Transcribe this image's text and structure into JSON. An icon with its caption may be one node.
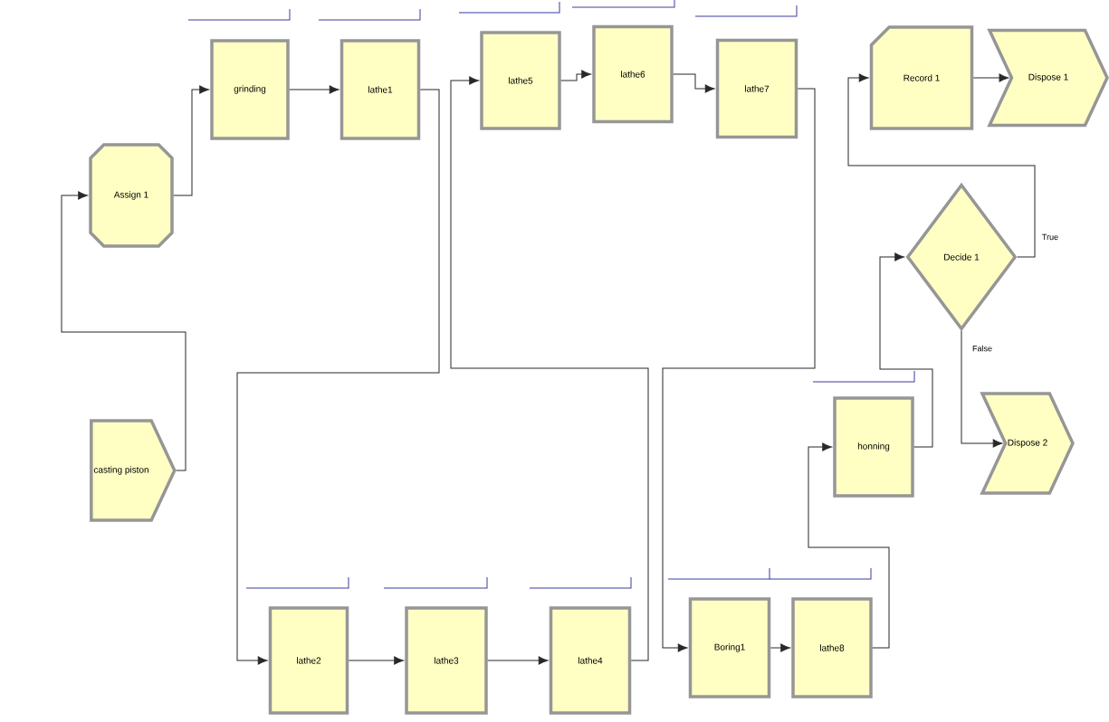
{
  "diagram": {
    "nodes": [
      {
        "text": [
          "casting piston"
        ]
      },
      {
        "text": [
          "Assign 1"
        ]
      },
      {
        "text": [
          "grinding"
        ]
      },
      {
        "text": [
          "lathe1"
        ]
      },
      {
        "text": [
          "lathe2"
        ]
      },
      {
        "text": [
          "lathe3"
        ]
      },
      {
        "text": [
          "lathe4"
        ]
      },
      {
        "text": [
          "lathe5"
        ]
      },
      {
        "text": [
          "lathe6"
        ]
      },
      {
        "text": [
          "lathe7"
        ]
      },
      {
        "text": [
          "Boring1"
        ]
      },
      {
        "text": [
          "lathe8"
        ]
      },
      {
        "text": [
          "honning"
        ]
      },
      {
        "text": [
          "Decide 1"
        ]
      },
      {
        "text": [
          "Record 1"
        ]
      },
      {
        "text": [
          "Dispose 1"
        ]
      },
      {
        "text": [
          "Dispose 2"
        ]
      }
    ],
    "edges": [
      {
        "from": 0,
        "to": 1,
        "arrow": "to"
      },
      {
        "from": 1,
        "to": 2,
        "arrow": "to"
      },
      {
        "from": 2,
        "to": 3,
        "arrow": "to"
      },
      {
        "from": 3,
        "to": 4,
        "arrow": "to"
      },
      {
        "from": 4,
        "to": 5,
        "arrow": "to"
      },
      {
        "from": 5,
        "to": 6,
        "arrow": "to"
      },
      {
        "from": 6,
        "to": 7,
        "arrow": "to"
      },
      {
        "from": 7,
        "to": 8,
        "arrow": "to"
      },
      {
        "from": 8,
        "to": 9,
        "arrow": "to"
      },
      {
        "from": 9,
        "to": 10,
        "arrow": "to"
      },
      {
        "from": 10,
        "to": 11,
        "arrow": "to"
      },
      {
        "from": 11,
        "to": 12,
        "arrow": "to"
      },
      {
        "from": 12,
        "to": 13,
        "arrow": "to"
      },
      {
        "from": 13,
        "to": 14,
        "label": "True",
        "arrow": "to"
      },
      {
        "from": 13,
        "to": 16,
        "label": "False",
        "arrow": "to"
      },
      {
        "from": 14,
        "to": 15,
        "arrow": "to"
      }
    ]
  }
}
